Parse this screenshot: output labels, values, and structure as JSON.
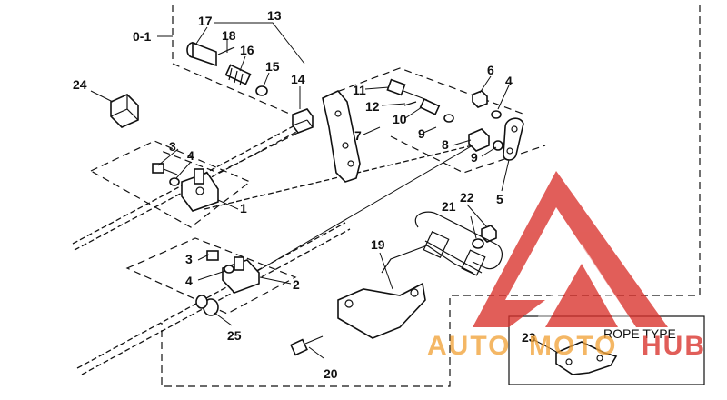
{
  "assembly_label": "0-1",
  "callouts": {
    "c1": "1",
    "c2": "2",
    "c3a": "3",
    "c3b": "3",
    "c4a": "4",
    "c4b": "4",
    "c4c": "4",
    "c5": "5",
    "c6": "6",
    "c7": "7",
    "c8": "8",
    "c9a": "9",
    "c9b": "9",
    "c10": "10",
    "c11": "11",
    "c12": "12",
    "c13": "13",
    "c14": "14",
    "c15": "15",
    "c16": "16",
    "c17": "17",
    "c18": "18",
    "c19": "19",
    "c20": "20",
    "c21": "21",
    "c22": "22",
    "c23": "23",
    "c24": "24",
    "c25": "25"
  },
  "inset": {
    "title": "ROPE TYPE"
  },
  "watermark": {
    "part1": "AUTO",
    "part2": "MOTO",
    "part3": "HUB",
    "color_red": "#d9312b",
    "color_orange": "#f2a33a"
  }
}
